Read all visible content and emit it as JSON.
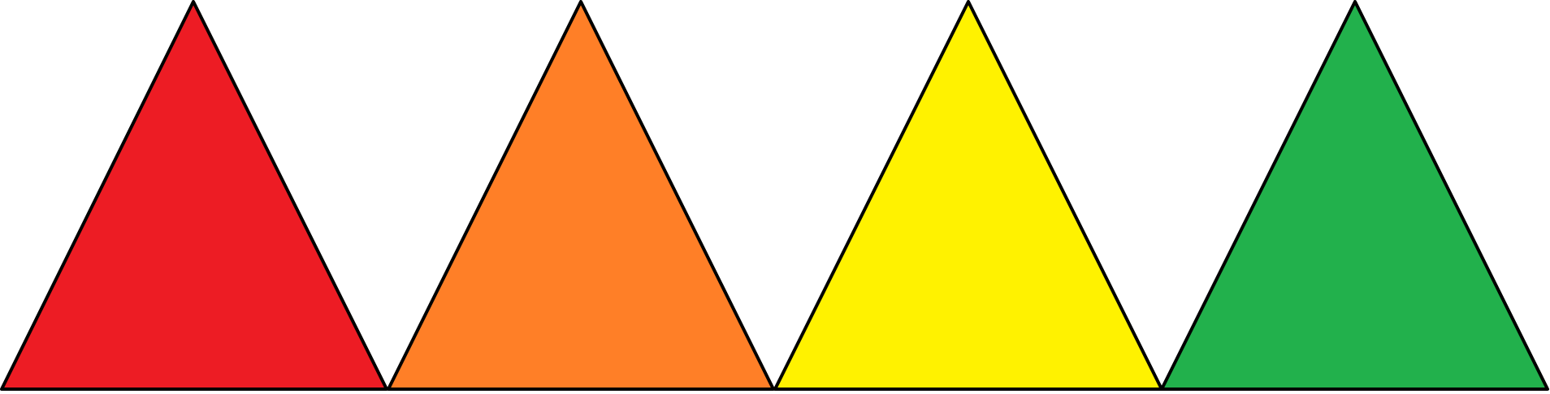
{
  "shapes": {
    "triangles": [
      {
        "id": "red",
        "fill": "#ED1C24"
      },
      {
        "id": "orange",
        "fill": "#FF7F27"
      },
      {
        "id": "yellow",
        "fill": "#FFF200"
      },
      {
        "id": "green",
        "fill": "#22B14C"
      }
    ],
    "stroke_color": "#000000"
  }
}
